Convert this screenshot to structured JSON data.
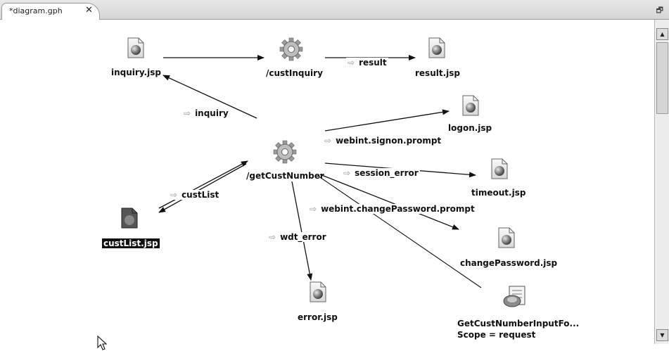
{
  "editor_tab": {
    "title": "*diagram.gph",
    "close": "✕",
    "icon": "diagram-file-icon"
  },
  "window": {
    "maximize": "🗗"
  },
  "scrollbar": {
    "up": "▲",
    "down": "▼"
  },
  "nodes": {
    "inquiry_jsp": "inquiry.jsp",
    "cust_inquiry": "/custInquiry",
    "result_jsp": "result.jsp",
    "logon_jsp": "logon.jsp",
    "get_cust_number": "/getCustNumber",
    "timeout_jsp": "timeout.jsp",
    "cust_list_jsp": "custList.jsp",
    "change_password_jsp": "changePassword.jsp",
    "error_jsp": "error.jsp",
    "form_bean_name": "GetCustNumberInputFo...",
    "form_bean_scope": "Scope = request"
  },
  "edges": {
    "result": "result",
    "inquiry": "inquiry",
    "signon": "webint.signon.prompt",
    "session_error": "session_error",
    "cust_list": "custList",
    "change_password": "webint.changePassword.prompt",
    "wdt_error": "wdt_error"
  },
  "colors": {
    "arrow": "#111111",
    "selection": "#111111"
  }
}
